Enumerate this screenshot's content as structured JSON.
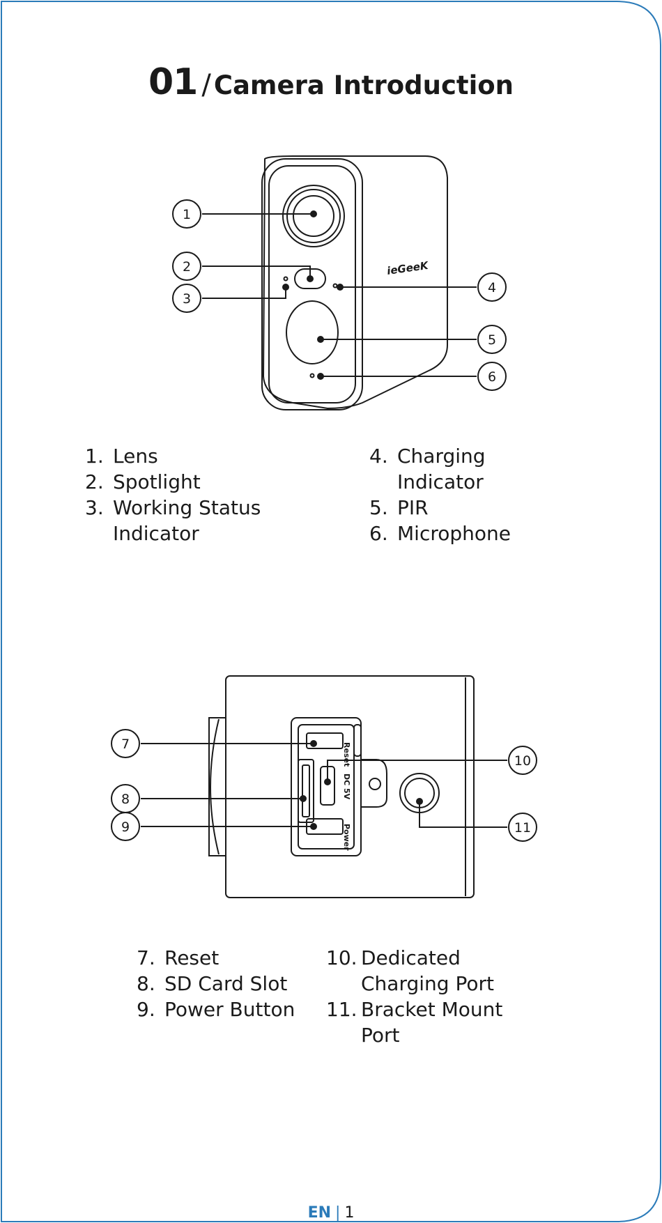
{
  "title": {
    "number": "01",
    "slash": "/",
    "text": "Camera Introduction"
  },
  "brand_text": "ieGeeK",
  "front_view": {
    "callouts": [
      "1",
      "2",
      "3",
      "4",
      "5",
      "6"
    ],
    "legend_left": [
      {
        "num": "1.",
        "label": "Lens"
      },
      {
        "num": "2.",
        "label": "Spotlight"
      },
      {
        "num": "3.",
        "label": "Working Status Indicator"
      }
    ],
    "legend_right": [
      {
        "num": "4.",
        "label": "Charging Indicator"
      },
      {
        "num": "5.",
        "label": "PIR"
      },
      {
        "num": "6.",
        "label": "Microphone"
      }
    ]
  },
  "bottom_view": {
    "callouts": [
      "7",
      "8",
      "9",
      "10",
      "11"
    ],
    "port_labels": {
      "reset": "Reset",
      "dc": "DC 5V",
      "power": "Power"
    },
    "legend_left": [
      {
        "num": "7.",
        "label": "Reset"
      },
      {
        "num": "8.",
        "label": "SD Card Slot"
      },
      {
        "num": "9.",
        "label": "Power Button"
      }
    ],
    "legend_right": [
      {
        "num": "10.",
        "label": "Dedicated Charging Port"
      },
      {
        "num": "11.",
        "label": "Bracket Mount Port"
      }
    ]
  },
  "footer": {
    "lang": "EN",
    "separator": "|",
    "page": "1"
  },
  "colors": {
    "accent": "#2b7bb9",
    "ink": "#1a1a1a"
  }
}
